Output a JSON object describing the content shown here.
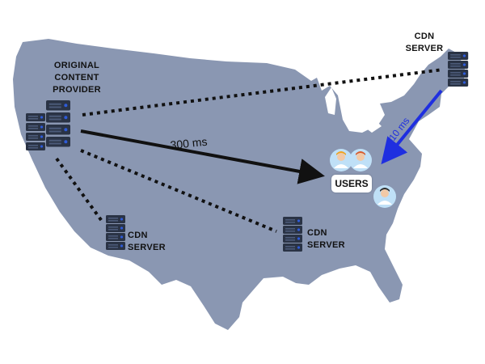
{
  "labels": {
    "origin": [
      "ORIGINAL",
      "CONTENT",
      "PROVIDER"
    ],
    "cdn_server": [
      "CDN",
      "SERVER"
    ],
    "users": "USERS",
    "latency_origin": "300 ms",
    "latency_cdn": "10 ms"
  },
  "colors": {
    "map_fill": "#8a97b2",
    "dotted_link": "#111111",
    "origin_arrow": "#111111",
    "cdn_arrow": "#1f2fe0",
    "server_body": "#2a3345",
    "server_led": "#2e5bd8"
  },
  "icons": {
    "origin": "server-rack-icon",
    "cdn": "server-rack-icon",
    "users": "user-avatar-icon"
  }
}
